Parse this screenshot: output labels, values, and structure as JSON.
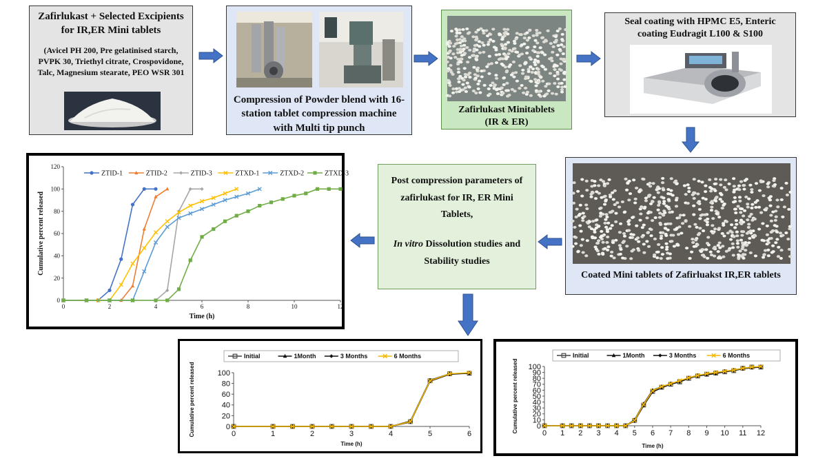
{
  "colors": {
    "arrow": "#4472c4",
    "arrow_edge": "#2f528f",
    "gray_box": "#e4e4e4",
    "blue_box": "#dfe6f5",
    "green_box": "#c9e7c0",
    "light_green_box": "#e3f0dc",
    "yellow": "#f5b800"
  },
  "step1": {
    "title": "Zafirlukast + Selected Excipients for IR,ER Mini tablets",
    "excipients": "(Avicel PH 200, Pre gelatinised starch, PVPK 30, Triethyl citrate, Crospovidone, Talc, Magnesium stearate, PEO WSR 301"
  },
  "step2": {
    "caption": "Compression of Powder blend with 16-station tablet compression machine with Multi tip punch"
  },
  "step3": {
    "caption": "Zafirlukast Minitablets (IR & ER)"
  },
  "step4": {
    "title": "Seal coating with HPMC E5, Enteric coating Eudragit L100 & S100"
  },
  "step5": {
    "caption": "Coated Mini tablets of Zafirluakst IR,ER tablets"
  },
  "step6": {
    "line1": "Post compression parameters of zafirlukast for IR, ER Mini Tablets,",
    "line2_italic": "In vitro",
    "line2_rest": " Dissolution studies and Stability studies"
  },
  "chart_data": [
    {
      "type": "line",
      "xlabel": "Time (h)",
      "ylabel": "Cumulative percent released",
      "xlim": [
        0,
        12
      ],
      "ylim": [
        0,
        120
      ],
      "xticks": [
        0,
        2,
        4,
        6,
        8,
        10,
        12
      ],
      "yticks": [
        0,
        20,
        40,
        60,
        80,
        100,
        120
      ],
      "grid": false,
      "legend": "top",
      "series": [
        {
          "name": "ZTID-1",
          "color": "#4472c4",
          "marker": "circle",
          "x": [
            0,
            1,
            1.5,
            2,
            2.5,
            3,
            3.5,
            4
          ],
          "y": [
            0,
            0,
            0,
            9,
            37,
            86,
            100,
            100
          ]
        },
        {
          "name": "ZTID-2",
          "color": "#ed7d31",
          "marker": "triangle",
          "x": [
            0,
            1,
            2,
            2.5,
            3,
            3.5,
            4,
            4.5
          ],
          "y": [
            0,
            0,
            0,
            0,
            13,
            64,
            93,
            100
          ]
        },
        {
          "name": "ZTID-3",
          "color": "#a5a5a5",
          "marker": "diamond",
          "x": [
            0,
            1,
            2,
            3,
            4,
            4.5,
            5,
            5.5,
            6
          ],
          "y": [
            0,
            0,
            0,
            0,
            0,
            9,
            80,
            100,
            100
          ]
        },
        {
          "name": "ZTXD-1",
          "color": "#ffc000",
          "marker": "x",
          "x": [
            0,
            1,
            1.5,
            2,
            2.5,
            3,
            3.5,
            4,
            4.5,
            5,
            5.5,
            6,
            6.5,
            7,
            7.5
          ],
          "y": [
            0,
            0,
            0,
            0,
            14,
            33,
            47,
            61,
            71,
            79,
            85,
            89,
            92,
            96,
            100
          ]
        },
        {
          "name": "ZTXD-2",
          "color": "#5b9bd5",
          "marker": "x",
          "x": [
            0,
            1,
            2,
            3,
            3.5,
            4,
            4.5,
            5,
            5.5,
            6,
            6.5,
            7,
            7.5,
            8,
            8.5
          ],
          "y": [
            0,
            0,
            0,
            0,
            26,
            52,
            66,
            74,
            78,
            82,
            86,
            90,
            93,
            96,
            100
          ]
        },
        {
          "name": "ZTXD-3",
          "color": "#70ad47",
          "marker": "square",
          "x": [
            0,
            1,
            2,
            3,
            4,
            4.5,
            5,
            5.5,
            6,
            6.5,
            7,
            7.5,
            8,
            8.5,
            9,
            9.5,
            10,
            10.5,
            11,
            11.5,
            12
          ],
          "y": [
            0,
            0,
            0,
            0,
            0,
            0,
            10,
            36,
            57,
            64,
            71,
            76,
            80,
            85,
            88,
            91,
            94,
            96,
            100,
            100,
            100
          ]
        }
      ]
    },
    {
      "type": "line",
      "xlabel": "Time (h)",
      "ylabel": "Cumulative percent released",
      "xlim": [
        0,
        6
      ],
      "ylim": [
        0,
        100
      ],
      "xticks": [
        0,
        1,
        2,
        3,
        4,
        5,
        6
      ],
      "yticks": [
        0,
        20,
        40,
        60,
        80,
        100
      ],
      "grid": false,
      "legend": "top",
      "series": [
        {
          "name": "Initial",
          "color": "#444444",
          "marker": "square-open",
          "x": [
            0,
            1,
            1.5,
            2,
            2.5,
            3,
            3.5,
            4,
            4.5,
            5,
            5.5,
            6
          ],
          "y": [
            0,
            0,
            0,
            0,
            0,
            0,
            0,
            0,
            9,
            85,
            98,
            99
          ]
        },
        {
          "name": "1Month",
          "color": "#111111",
          "marker": "triangle",
          "x": [
            0,
            1,
            1.5,
            2,
            2.5,
            3,
            3.5,
            4,
            4.5,
            5,
            5.5,
            6
          ],
          "y": [
            0,
            0,
            0,
            0,
            0,
            0,
            0,
            0,
            10,
            86,
            98,
            99
          ]
        },
        {
          "name": "3 Months",
          "color": "#111111",
          "marker": "diamond",
          "x": [
            0,
            1,
            1.5,
            2,
            2.5,
            3,
            3.5,
            4,
            4.5,
            5,
            5.5,
            6
          ],
          "y": [
            0,
            0,
            0,
            0,
            0,
            0,
            0,
            0,
            8,
            84,
            97,
            99
          ]
        },
        {
          "name": "6 Months",
          "color": "#f5b800",
          "marker": "x",
          "x": [
            0,
            1,
            1.5,
            2,
            2.5,
            3,
            3.5,
            4,
            4.5,
            5,
            5.5,
            6
          ],
          "y": [
            0,
            0,
            0,
            0,
            0,
            0,
            0,
            0,
            9,
            85,
            98,
            100
          ]
        }
      ]
    },
    {
      "type": "line",
      "xlabel": "Time (h)",
      "ylabel": "Cumulative percent released",
      "xlim": [
        0,
        12
      ],
      "ylim": [
        0,
        100
      ],
      "xticks": [
        0,
        1,
        2,
        3,
        4,
        5,
        6,
        7,
        8,
        9,
        10,
        11,
        12
      ],
      "yticks": [
        0,
        10,
        20,
        30,
        40,
        50,
        60,
        70,
        80,
        90,
        100
      ],
      "grid": false,
      "legend": "top",
      "series": [
        {
          "name": "Initial",
          "color": "#444444",
          "marker": "square-open",
          "x": [
            0,
            1,
            1.5,
            2,
            2.5,
            3,
            3.5,
            4,
            4.5,
            5,
            5.5,
            6,
            6.5,
            7,
            7.5,
            8,
            8.5,
            9,
            9.5,
            10,
            10.5,
            11,
            11.5,
            12
          ],
          "y": [
            0,
            0,
            0,
            0,
            0,
            0,
            0,
            0,
            0,
            9,
            35,
            58,
            65,
            70,
            74,
            80,
            84,
            87,
            89,
            91,
            93,
            97,
            99,
            99
          ]
        },
        {
          "name": "1Month",
          "color": "#111111",
          "marker": "triangle",
          "x": [
            0,
            1,
            1.5,
            2,
            2.5,
            3,
            3.5,
            4,
            4.5,
            5,
            5.5,
            6,
            6.5,
            7,
            7.5,
            8,
            8.5,
            9,
            9.5,
            10,
            10.5,
            11,
            11.5,
            12
          ],
          "y": [
            0,
            0,
            0,
            0,
            0,
            0,
            0,
            0,
            0,
            10,
            37,
            60,
            66,
            71,
            75,
            81,
            85,
            87,
            89,
            92,
            94,
            97,
            98,
            99
          ]
        },
        {
          "name": "3 Months",
          "color": "#111111",
          "marker": "diamond",
          "x": [
            0,
            1,
            1.5,
            2,
            2.5,
            3,
            3.5,
            4,
            4.5,
            5,
            5.5,
            6,
            6.5,
            7,
            7.5,
            8,
            8.5,
            9,
            9.5,
            10,
            10.5,
            11,
            11.5,
            12
          ],
          "y": [
            0,
            0,
            0,
            0,
            0,
            0,
            0,
            0,
            0,
            8,
            34,
            57,
            64,
            70,
            74,
            80,
            84,
            86,
            88,
            91,
            93,
            96,
            98,
            99
          ]
        },
        {
          "name": "6 Months",
          "color": "#f5b800",
          "marker": "x",
          "x": [
            0,
            1,
            1.5,
            2,
            2.5,
            3,
            3.5,
            4,
            4.5,
            5,
            5.5,
            6,
            6.5,
            7,
            7.5,
            8,
            8.5,
            9,
            9.5,
            10,
            10.5,
            11,
            11.5,
            12
          ],
          "y": [
            0,
            0,
            0,
            0,
            0,
            0,
            0,
            0,
            0,
            9,
            36,
            59,
            66,
            71,
            76,
            81,
            85,
            88,
            90,
            92,
            94,
            97,
            99,
            100
          ]
        }
      ]
    }
  ]
}
